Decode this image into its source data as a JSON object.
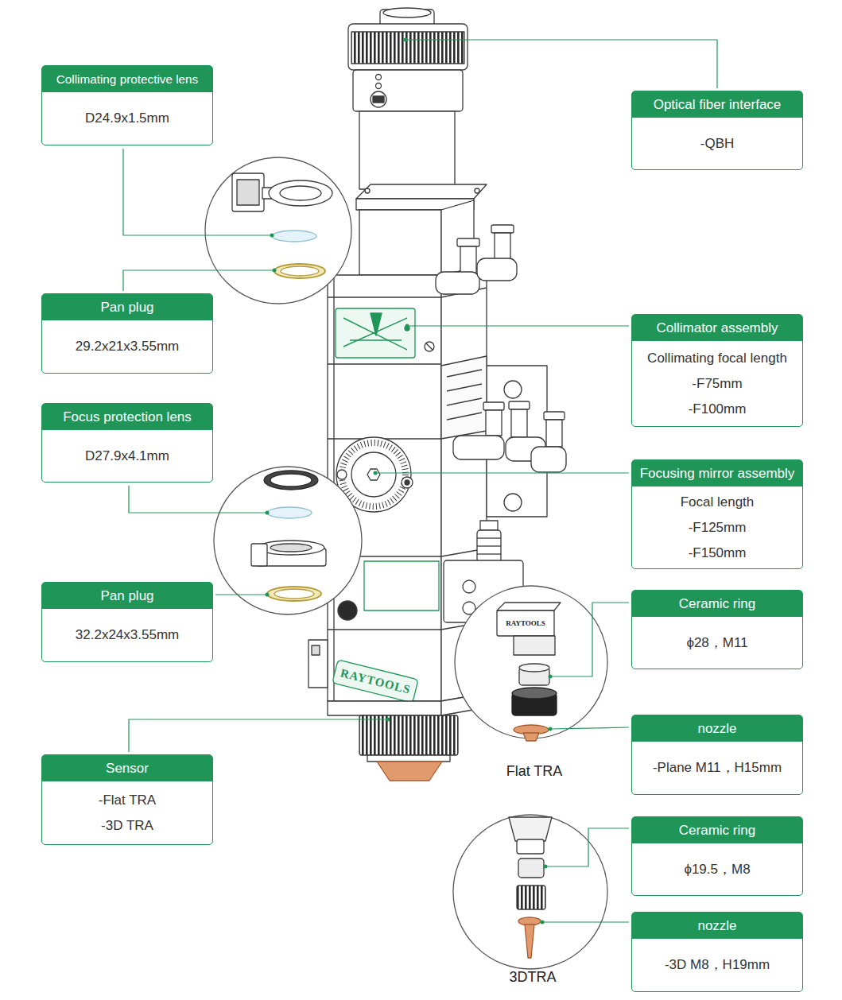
{
  "diagram": {
    "nodes": [
      {
        "text": [
          "Collimating protective lens",
          "D24.9x1.5mm"
        ]
      },
      {
        "text": [
          "Optical fiber interface",
          "-QBH"
        ]
      },
      {
        "text": [
          "Pan plug",
          "29.2x21x3.55mm"
        ]
      },
      {
        "text": [
          "Collimator assembly",
          "Collimating focal length",
          "-F75mm",
          "-F100mm"
        ]
      },
      {
        "text": [
          "Focus protection lens",
          "D27.9x4.1mm"
        ]
      },
      {
        "text": [
          "Focusing mirror assembly",
          "Focal length",
          "-F125mm",
          "-F150mm"
        ]
      },
      {
        "text": [
          "Pan plug",
          "32.2x24x3.55mm"
        ]
      },
      {
        "text": [
          "Ceramic ring",
          "ϕ28，M11"
        ]
      },
      {
        "text": [
          "nozzle",
          "-Plane M11，H15mm"
        ]
      },
      {
        "text": [
          "Sensor",
          "-Flat TRA",
          "-3D TRA"
        ]
      },
      {
        "text": [
          "Ceramic ring",
          "ϕ19.5，M8"
        ]
      },
      {
        "text": [
          "nozzle",
          "-3D M8，H19mm"
        ]
      }
    ],
    "labels": [
      "Flat TRA",
      "3DTRA",
      "RAYTOOLS",
      "RAYTOOLS"
    ]
  }
}
